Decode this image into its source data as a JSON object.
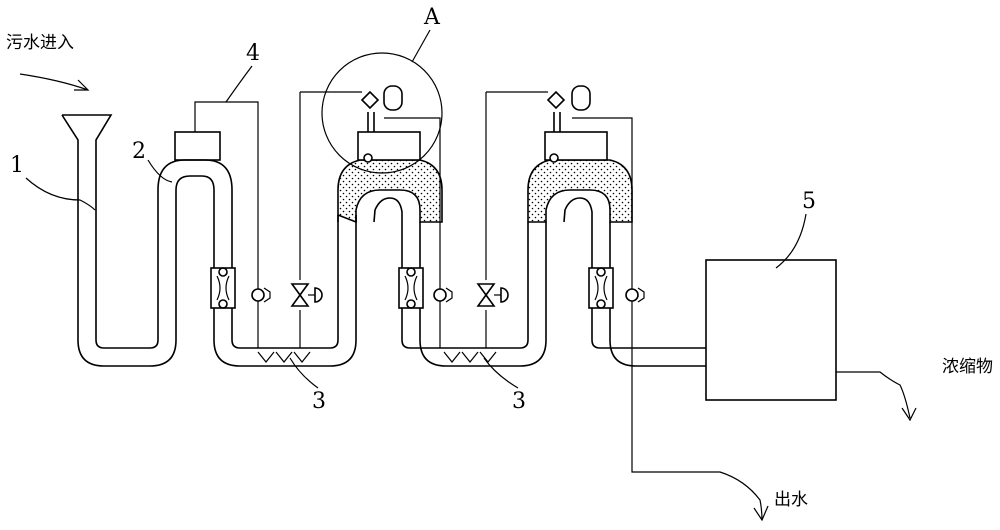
{
  "labels": {
    "inlet": "污水进入",
    "outlet": "出水",
    "concentrate": "浓缩物",
    "n1": "1",
    "n2": "2",
    "n3a": "3",
    "n3b": "3",
    "n4": "4",
    "n5": "5",
    "detail": "A"
  },
  "icons": [
    "arrow-icon",
    "valve-icon",
    "pump-icon",
    "flow-meter-icon"
  ]
}
